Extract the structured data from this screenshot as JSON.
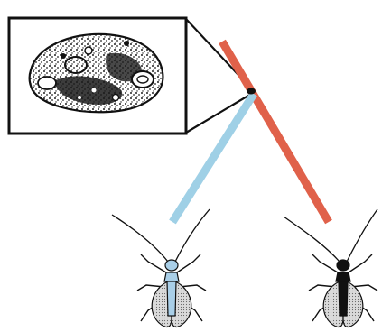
{
  "figure": {
    "colors": {
      "background": "#ffffff",
      "red_line": "#e0614a",
      "blue_line": "#9fd0e6",
      "ink": "#111111",
      "wing_fill": "#d8d8d8",
      "blue_insect_accent": "#a9cfe8"
    },
    "elements": [
      "zoom-inset-box",
      "cell-cluster-illustration",
      "red-lineage-line",
      "blue-lineage-line",
      "crossing-node",
      "insect-left-blue",
      "insect-right-black"
    ]
  }
}
